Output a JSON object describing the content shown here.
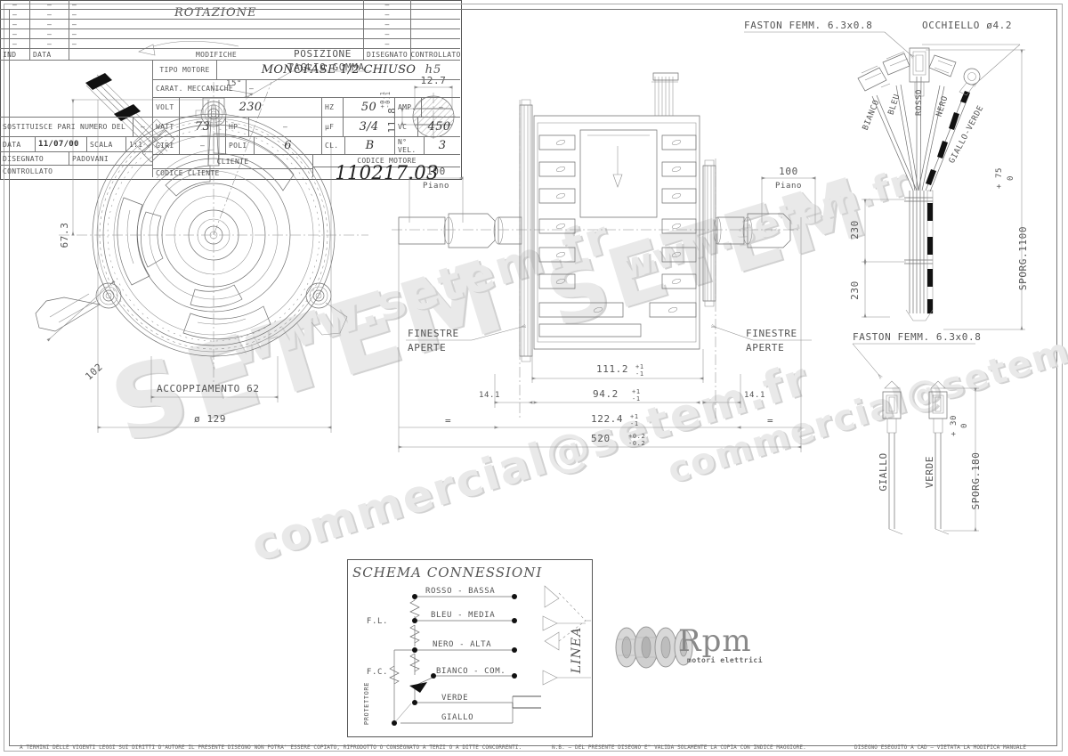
{
  "sheet": {
    "title": "Technical drawing - RPM motori elettrici - MONOFASE 1/2 CHIUSO",
    "code": "110217.03"
  },
  "watermarks": {
    "brand": "SETEM",
    "brand2": "SETEM",
    "site": "www.setem.fr",
    "site2": "www.setem.fr",
    "email": "commercial@setem.fr",
    "email2": "commercial@setem.fr"
  },
  "left_view": {
    "rotation_label": "ROTAZIONE",
    "rubber_cut_l1": "POSIZIONE",
    "rubber_cut_l2": "TAGLIO GOMMA",
    "angle": "15°",
    "height": "67.3",
    "diag": "102",
    "coupling": "ACCOPPIAMENTO 62",
    "diameter": "ø 129"
  },
  "shaft_detail": {
    "tol_class": "h5",
    "width": "12.7",
    "flat": "11.8",
    "tol_plus": "+0.1",
    "tol_minus": "-0.1"
  },
  "center_view": {
    "plano_left": "100",
    "plano_left_sub": "Piano",
    "plano_right": "100",
    "plano_right_sub": "Piano",
    "windows_left_l1": "FINESTRE",
    "windows_left_l2": "APERTE",
    "windows_right_l1": "FINESTRE",
    "windows_right_l2": "APERTE",
    "dim_111": "111.2",
    "dim_111_tp": "+1",
    "dim_111_tm": "-1",
    "dim_94": "94.2",
    "dim_94_tp": "+1",
    "dim_94_tm": "-1",
    "dim_141_left": "14.1",
    "dim_141_right": "14.1",
    "dim_122": "122.4",
    "dim_122_tp": "+1",
    "dim_122_tm": "-1",
    "dim_520": "520",
    "dim_520_tp": "+0.2",
    "dim_520_tm": "-0.2",
    "eq_left": "=",
    "eq_right": "="
  },
  "harness": {
    "faston_top": "FASTON FEMM. 6.3x0.8",
    "eyelet": "OCCHIELLO ø4.2",
    "wires": [
      "BIANCO",
      "BLEU",
      "ROSSO",
      "NERO",
      "GIALLO-VERDE"
    ],
    "dim_230_a": "230",
    "dim_230_b": "230",
    "sporg_1100": "SPORG.1100",
    "sporg_1100_tp": "+ 75",
    "sporg_1100_tm": "0",
    "faston_bottom": "FASTON FEMM. 6.3x0.8",
    "wire_giallo": "GIALLO",
    "wire_verde": "VERDE",
    "sporg_180": "SPORG.180",
    "sporg_180_tp": "+ 30",
    "sporg_180_tm": "0"
  },
  "schema": {
    "title": "SCHEMA CONNESSIONI",
    "line_label": "LINEA",
    "fl_label": "F.L.",
    "fc_label": "F.C.",
    "protector_label": "PROTETTORE",
    "rows": [
      {
        "label": "ROSSO - BASSA"
      },
      {
        "label": "BLEU - MEDIA"
      },
      {
        "label": "NERO - ALTA"
      },
      {
        "label": "BIANCO - COM."
      },
      {
        "label": "VERDE"
      },
      {
        "label": "GIALLO"
      }
    ]
  },
  "titleblock": {
    "mod_headers": {
      "ind": "IND",
      "data": "DATA",
      "modifiche": "MODIFICHE",
      "disegnato": "DISEGNATO",
      "controllato": "CONTROLLATO"
    },
    "mod_rows": [
      {
        "ind": "–",
        "data": "–",
        "modifiche": "–",
        "disegnato": "–",
        "controllato": ""
      },
      {
        "ind": "–",
        "data": "–",
        "modifiche": "–",
        "disegnato": "–",
        "controllato": ""
      },
      {
        "ind": "–",
        "data": "–",
        "modifiche": "–",
        "disegnato": "–",
        "controllato": ""
      },
      {
        "ind": "–",
        "data": "–",
        "modifiche": "–",
        "disegnato": "–",
        "controllato": ""
      },
      {
        "ind": "–",
        "data": "–",
        "modifiche": "–",
        "disegnato": "–",
        "controllato": ""
      }
    ],
    "brand": "Rpm",
    "brand_sub": "motori elettrici",
    "tipo_motore_label": "TIPO MOTORE",
    "tipo_motore_value": "MONOFASE 1/2 CHIUSO",
    "carat_label": "CARAT. MECCANICHE",
    "carat_value": "–",
    "volt_label": "VOLT",
    "volt_value": "230",
    "hz_label": "HZ",
    "hz_value": "50",
    "amp_label": "AMP.",
    "amp_value": "–",
    "watt_label": "WATT",
    "watt_value": "73",
    "hp_label": "HP",
    "hp_value": "–",
    "uf_label": "µF",
    "uf_value": "3/4",
    "vc_label": "VC",
    "vc_value": "450",
    "sostituisce_label": "SOSTITUISCE PARI NUMERO DEL",
    "sostituisce_value": "–",
    "giri_label": "GIRI",
    "giri_value": "–",
    "poli_label": "POLI",
    "poli_value": "6",
    "cl_label": "CL.",
    "cl_value": "B",
    "nvel_label": "N° VEL.",
    "nvel_value": "3",
    "data_label": "DATA",
    "data_value": "11/07/00",
    "scala_label": "SCALA",
    "scala_value": "1:1",
    "cliente_label": "CLIENTE",
    "codice_motore_label": "CODICE MOTORE",
    "disegnato_label": "DISEGNATO",
    "disegnato_value": "PADOVANI",
    "codice_motore_value": "110217.03",
    "controllato_label": "CONTROLLATO",
    "codice_cliente_label": "CODICE CLIENTE"
  },
  "footer": {
    "left": "A TERMINI DELLE VIGENTI LEGGI SUI DIRITTI D'AUTORE IL PRESENTE DISEGNO NON POTRA' ESSERE COPIATO, RIPRODOTTO O CONSEGNATO A TERZI O A DITTE CONCORRENTI.",
    "middle": "N.B. – DEL PRESENTE DISEGNO E\" VALIDA SOLAMENTE LA COPIA CON INDICE MAGGIORE.",
    "right": "DISEGNO ESEGUITO A CAD – VIETATA LA MODIFICA MANUALE"
  },
  "colors": {
    "line": "#6f6f6f",
    "text": "#555555",
    "watermark": "#e9e9e9",
    "ink": "#111111"
  }
}
